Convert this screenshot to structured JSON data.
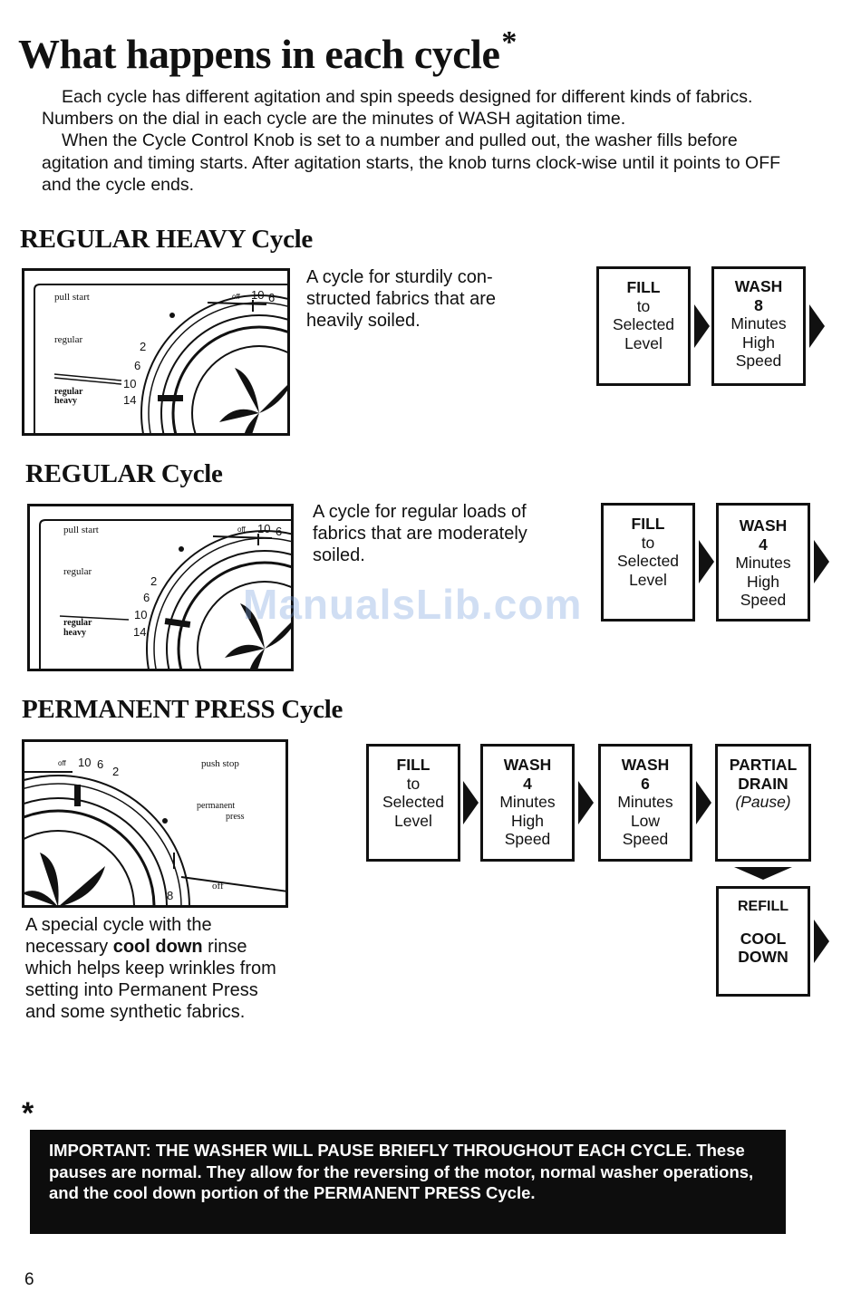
{
  "page": {
    "title": "What happens in each cycle",
    "title_mark": "*",
    "intro": [
      "Each cycle has different agitation and spin speeds designed for different kinds of fabrics. Numbers on the dial in each cycle are the minutes of WASH agitation time.",
      "When the Cycle Control Knob is set to a number and pulled out, the washer fills before agitation and timing starts. After agitation starts, the knob turns clock-wise until it points to OFF and the cycle ends."
    ],
    "watermark": "ManualsLib.com",
    "page_number": "6"
  },
  "regular_heavy": {
    "heading": "REGULAR HEAVY Cycle",
    "description": "A cycle for sturdily con-structed fabrics that are heavily soiled.",
    "dial": {
      "pull_start": "pull start",
      "regular": "regular",
      "regular_heavy_1": "regular",
      "regular_heavy_2": "heavy",
      "n2": "2",
      "n6": "6",
      "n10": "10",
      "n14": "14",
      "off": "off",
      "top10": "10",
      "top6": "6"
    },
    "steps": [
      {
        "lines": [
          "FILL",
          "to",
          "Selected",
          "Level"
        ]
      },
      {
        "lines": [
          "WASH",
          "8",
          "Minutes",
          "High",
          "Speed"
        ]
      }
    ]
  },
  "regular": {
    "heading": "REGULAR Cycle",
    "description": "A cycle for regular loads of fabrics that are moderately soiled.",
    "dial": {
      "pull_start": "pull start",
      "regular": "regular",
      "regular_heavy_1": "regular",
      "regular_heavy_2": "heavy",
      "n2": "2",
      "n6": "6",
      "n10": "10",
      "n14": "14",
      "off": "off",
      "top10": "10",
      "top6": "6"
    },
    "steps": [
      {
        "lines": [
          "FILL",
          "to",
          "Selected",
          "Level"
        ]
      },
      {
        "lines": [
          "WASH",
          "4",
          "Minutes",
          "High",
          "Speed"
        ]
      }
    ]
  },
  "permanent_press": {
    "heading": "PERMANENT PRESS Cycle",
    "description_before": "A special cycle with the necessary ",
    "description_bold": "cool down",
    "description_after": " rinse which helps keep wrinkles from setting into Permanent Press and some synthetic fabrics.",
    "dial": {
      "push_stop": "push stop",
      "permanent": "permanent",
      "press": "press",
      "off": "off",
      "off_top": "off",
      "n10": "10",
      "n6": "6",
      "n2": "2",
      "n8": "8"
    },
    "steps": [
      {
        "lines": [
          "FILL",
          "to",
          "Selected",
          "Level"
        ]
      },
      {
        "lines": [
          "WASH",
          "4",
          "Minutes",
          "High",
          "Speed"
        ]
      },
      {
        "lines": [
          "WASH",
          "6",
          "Minutes",
          "Low",
          "Speed"
        ]
      },
      {
        "lines": [
          "PARTIAL",
          "DRAIN",
          "(Pause)"
        ]
      },
      {
        "lines": [
          "REFILL",
          "",
          "COOL",
          "DOWN"
        ]
      }
    ]
  },
  "important": {
    "mark": "*",
    "text": "IMPORTANT: THE WASHER WILL PAUSE BRIEFLY THROUGHOUT EACH CYCLE. These pauses are normal. They allow for the reversing of the motor, normal washer operations, and the cool down portion of the PERMANENT PRESS Cycle."
  }
}
